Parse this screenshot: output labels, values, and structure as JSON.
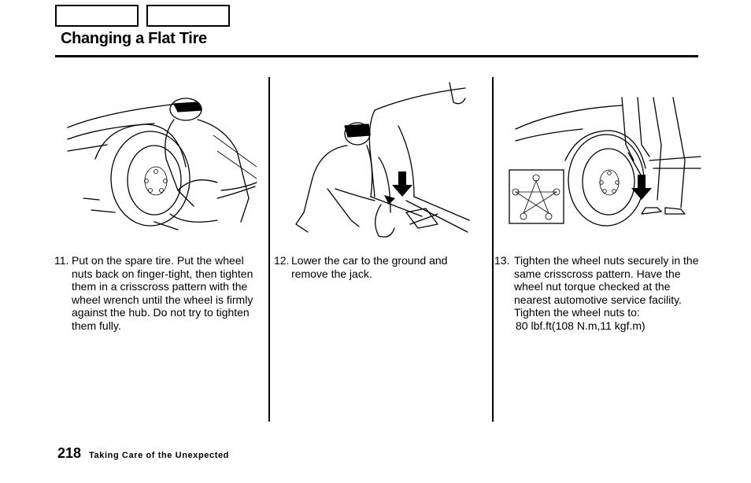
{
  "header": {
    "title": "Changing a Flat Tire"
  },
  "steps": [
    {
      "number": "11.",
      "text": "Put on the spare tire. Put the wheel nuts back on finger-tight, then tighten them in a crisscross pattern with the wheel wrench until the wheel is firmly against the hub. Do not try to tighten them fully."
    },
    {
      "number": "12.",
      "text": "Lower the car to the ground and remove the jack."
    },
    {
      "number": "13.",
      "text": "Tighten the wheel nuts securely in the same crisscross pattern. Have the wheel nut torque checked at the nearest automotive service facility.",
      "torque_label": "Tighten the wheel nuts to:",
      "torque_value": "80  lbf.ft(108  N.m,11  kgf.m)"
    }
  ],
  "footer": {
    "page_number": "218",
    "section": "Taking Care of the Unexpected"
  }
}
